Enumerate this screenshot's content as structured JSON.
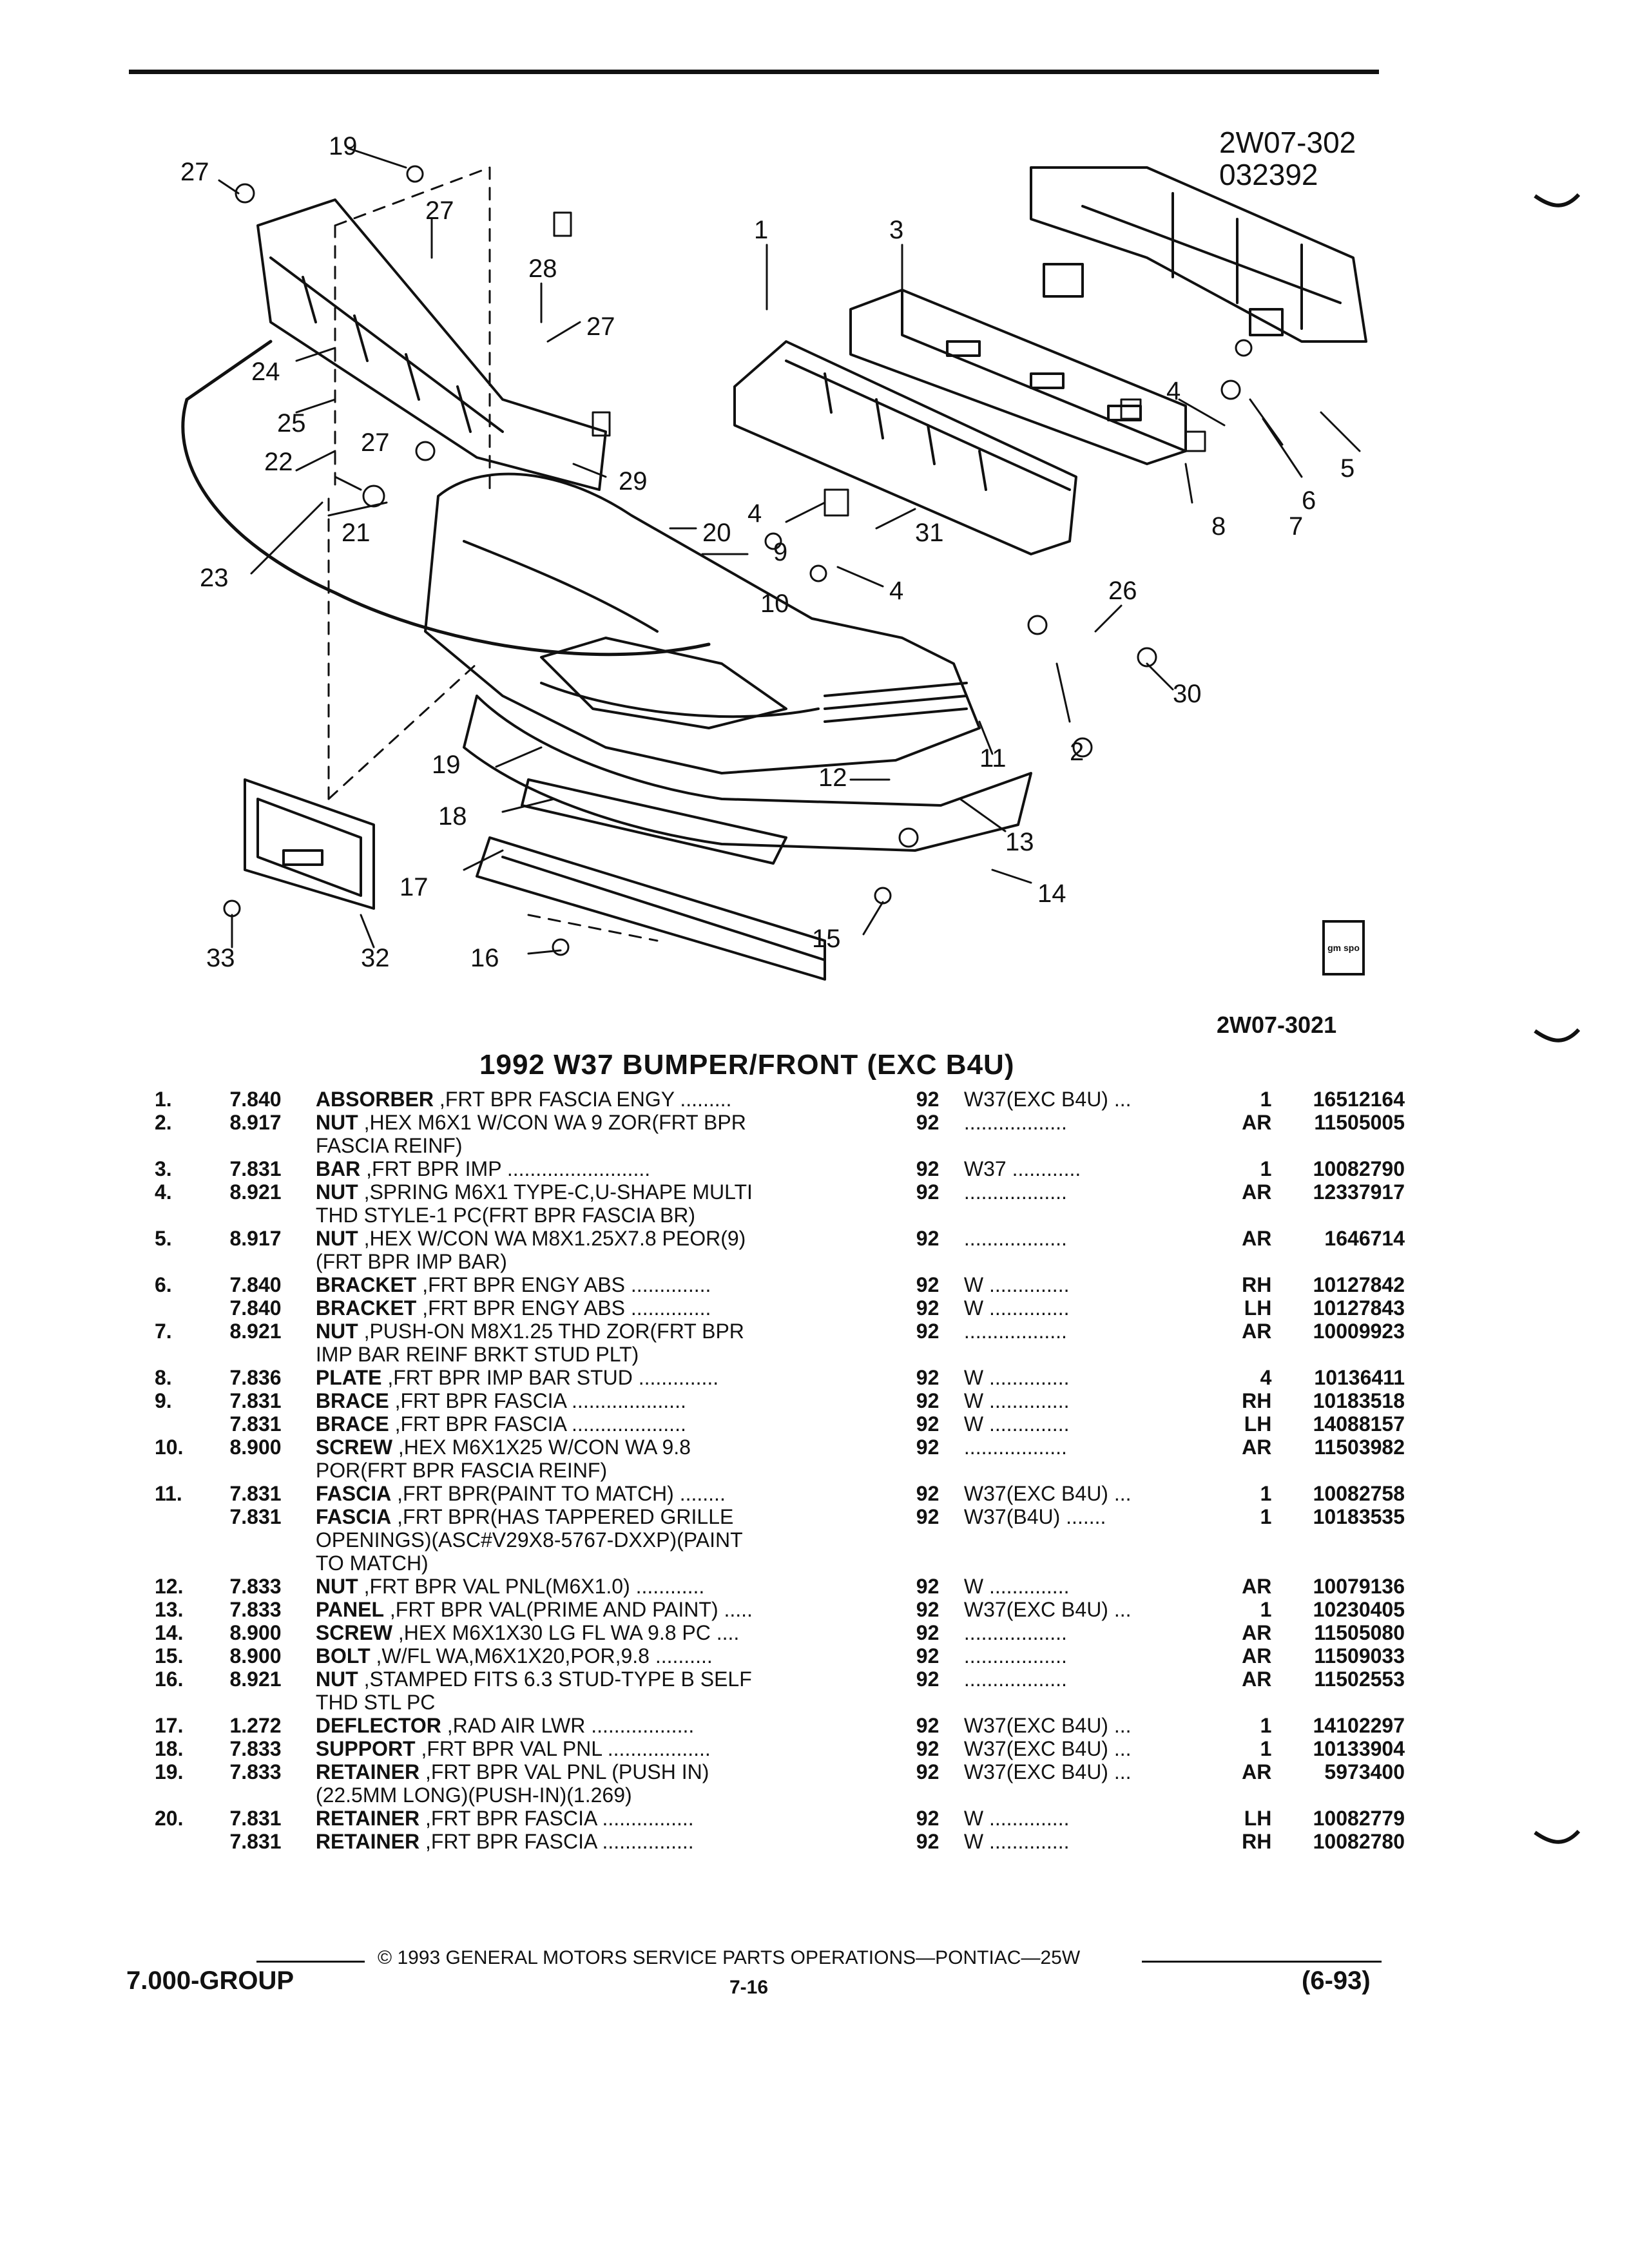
{
  "header": {
    "ref_id_1": "2W07-302",
    "ref_id_2": "032392",
    "figure_code": "2W07-3021",
    "logo_text": "gm spo"
  },
  "callouts": [
    {
      "label": "27"
    },
    {
      "label": "19"
    },
    {
      "label": "27"
    },
    {
      "label": "28"
    },
    {
      "label": "27"
    },
    {
      "label": "24"
    },
    {
      "label": "25"
    },
    {
      "label": "27"
    },
    {
      "label": "29"
    },
    {
      "label": "22"
    },
    {
      "label": "21"
    },
    {
      "label": "23"
    },
    {
      "label": "20"
    },
    {
      "label": "1"
    },
    {
      "label": "3"
    },
    {
      "label": "4"
    },
    {
      "label": "5"
    },
    {
      "label": "6"
    },
    {
      "label": "7"
    },
    {
      "label": "8"
    },
    {
      "label": "4"
    },
    {
      "label": "31"
    },
    {
      "label": "9"
    },
    {
      "label": "4"
    },
    {
      "label": "10"
    },
    {
      "label": "26"
    },
    {
      "label": "30"
    },
    {
      "label": "2"
    },
    {
      "label": "11"
    },
    {
      "label": "19"
    },
    {
      "label": "12"
    },
    {
      "label": "18"
    },
    {
      "label": "13"
    },
    {
      "label": "17"
    },
    {
      "label": "14"
    },
    {
      "label": "15"
    },
    {
      "label": "16"
    },
    {
      "label": "33"
    },
    {
      "label": "32"
    }
  ],
  "section_title": "1992 W37 BUMPER/FRONT (EXC B4U)",
  "parts": [
    {
      "item": "1.",
      "group": "7.840",
      "name": "ABSORBER",
      "desc": ",FRT BPR FASCIA ENGY .........",
      "year": "92",
      "series": "W37(EXC B4U) ...",
      "qty": "1",
      "pn": "16512164"
    },
    {
      "item": "2.",
      "group": "8.917",
      "name": "NUT",
      "desc": ",HEX M6X1 W/CON WA 9 ZOR(FRT BPR",
      "year": "92",
      "series": "..................",
      "qty": "AR",
      "pn": "11505005"
    },
    {
      "item": "",
      "group": "",
      "name": "",
      "desc": "FASCIA REINF)",
      "year": "",
      "series": "",
      "qty": "",
      "pn": ""
    },
    {
      "item": "3.",
      "group": "7.831",
      "name": "BAR",
      "desc": ",FRT BPR IMP .........................",
      "year": "92",
      "series": "W37 ............",
      "qty": "1",
      "pn": "10082790"
    },
    {
      "item": "4.",
      "group": "8.921",
      "name": "NUT",
      "desc": ",SPRING M6X1 TYPE-C,U-SHAPE MULTI",
      "year": "92",
      "series": "..................",
      "qty": "AR",
      "pn": "12337917"
    },
    {
      "item": "",
      "group": "",
      "name": "",
      "desc": "THD STYLE-1 PC(FRT BPR FASCIA BR)",
      "year": "",
      "series": "",
      "qty": "",
      "pn": ""
    },
    {
      "item": "5.",
      "group": "8.917",
      "name": "NUT",
      "desc": ",HEX W/CON WA M8X1.25X7.8 PEOR(9)",
      "year": "92",
      "series": "..................",
      "qty": "AR",
      "pn": "1646714"
    },
    {
      "item": "",
      "group": "",
      "name": "",
      "desc": "(FRT BPR IMP BAR)",
      "year": "",
      "series": "",
      "qty": "",
      "pn": ""
    },
    {
      "item": "6.",
      "group": "7.840",
      "name": "BRACKET",
      "desc": ",FRT BPR ENGY ABS ..............",
      "year": "92",
      "series": "W ..............",
      "qty": "RH",
      "pn": "10127842"
    },
    {
      "item": "",
      "group": "7.840",
      "name": "BRACKET",
      "desc": ",FRT BPR ENGY ABS ..............",
      "year": "92",
      "series": "W ..............",
      "qty": "LH",
      "pn": "10127843"
    },
    {
      "item": "7.",
      "group": "8.921",
      "name": "NUT",
      "desc": ",PUSH-ON M8X1.25 THD ZOR(FRT BPR",
      "year": "92",
      "series": "..................",
      "qty": "AR",
      "pn": "10009923"
    },
    {
      "item": "",
      "group": "",
      "name": "",
      "desc": "IMP BAR REINF BRKT STUD PLT)",
      "year": "",
      "series": "",
      "qty": "",
      "pn": ""
    },
    {
      "item": "8.",
      "group": "7.836",
      "name": "PLATE",
      "desc": ",FRT BPR IMP BAR STUD ..............",
      "year": "92",
      "series": "W ..............",
      "qty": "4",
      "pn": "10136411"
    },
    {
      "item": "9.",
      "group": "7.831",
      "name": "BRACE",
      "desc": ",FRT BPR FASCIA ....................",
      "year": "92",
      "series": "W ..............",
      "qty": "RH",
      "pn": "10183518"
    },
    {
      "item": "",
      "group": "7.831",
      "name": "BRACE",
      "desc": ",FRT BPR FASCIA ....................",
      "year": "92",
      "series": "W ..............",
      "qty": "LH",
      "pn": "14088157"
    },
    {
      "item": "10.",
      "group": "8.900",
      "name": "SCREW",
      "desc": ",HEX M6X1X25 W/CON WA 9.8",
      "year": "92",
      "series": "..................",
      "qty": "AR",
      "pn": "11503982"
    },
    {
      "item": "",
      "group": "",
      "name": "",
      "desc": "POR(FRT BPR FASCIA REINF)",
      "year": "",
      "series": "",
      "qty": "",
      "pn": ""
    },
    {
      "item": "11.",
      "group": "7.831",
      "name": "FASCIA",
      "desc": ",FRT BPR(PAINT TO MATCH) ........",
      "year": "92",
      "series": "W37(EXC B4U) ...",
      "qty": "1",
      "pn": "10082758"
    },
    {
      "item": "",
      "group": "7.831",
      "name": "FASCIA",
      "desc": ",FRT BPR(HAS TAPPERED GRILLE",
      "year": "92",
      "series": "W37(B4U) .......",
      "qty": "1",
      "pn": "10183535"
    },
    {
      "item": "",
      "group": "",
      "name": "",
      "desc": "OPENINGS)(ASC#V29X8-5767-DXXP)(PAINT",
      "year": "",
      "series": "",
      "qty": "",
      "pn": ""
    },
    {
      "item": "",
      "group": "",
      "name": "",
      "desc": "TO MATCH)",
      "year": "",
      "series": "",
      "qty": "",
      "pn": ""
    },
    {
      "item": "12.",
      "group": "7.833",
      "name": "NUT",
      "desc": ",FRT BPR VAL PNL(M6X1.0) ............",
      "year": "92",
      "series": "W ..............",
      "qty": "AR",
      "pn": "10079136"
    },
    {
      "item": "13.",
      "group": "7.833",
      "name": "PANEL",
      "desc": ",FRT BPR VAL(PRIME AND PAINT) .....",
      "year": "92",
      "series": "W37(EXC B4U) ...",
      "qty": "1",
      "pn": "10230405"
    },
    {
      "item": "14.",
      "group": "8.900",
      "name": "SCREW",
      "desc": ",HEX M6X1X30 LG FL WA 9.8 PC ....",
      "year": "92",
      "series": "..................",
      "qty": "AR",
      "pn": "11505080"
    },
    {
      "item": "15.",
      "group": "8.900",
      "name": "BOLT",
      "desc": ",W/FL WA,M6X1X20,POR,9.8 ..........",
      "year": "92",
      "series": "..................",
      "qty": "AR",
      "pn": "11509033"
    },
    {
      "item": "16.",
      "group": "8.921",
      "name": "NUT",
      "desc": ",STAMPED FITS 6.3 STUD-TYPE B SELF",
      "year": "92",
      "series": "..................",
      "qty": "AR",
      "pn": "11502553"
    },
    {
      "item": "",
      "group": "",
      "name": "",
      "desc": "THD STL PC",
      "year": "",
      "series": "",
      "qty": "",
      "pn": ""
    },
    {
      "item": "17.",
      "group": "1.272",
      "name": "DEFLECTOR",
      "desc": ",RAD AIR LWR ..................",
      "year": "92",
      "series": "W37(EXC B4U) ...",
      "qty": "1",
      "pn": "14102297"
    },
    {
      "item": "18.",
      "group": "7.833",
      "name": "SUPPORT",
      "desc": ",FRT BPR VAL PNL ..................",
      "year": "92",
      "series": "W37(EXC B4U) ...",
      "qty": "1",
      "pn": "10133904"
    },
    {
      "item": "19.",
      "group": "7.833",
      "name": "RETAINER",
      "desc": ",FRT BPR VAL PNL (PUSH IN)",
      "year": "92",
      "series": "W37(EXC B4U) ...",
      "qty": "AR",
      "pn": "5973400"
    },
    {
      "item": "",
      "group": "",
      "name": "",
      "desc": "(22.5MM LONG)(PUSH-IN)(1.269)",
      "year": "",
      "series": "",
      "qty": "",
      "pn": ""
    },
    {
      "item": "20.",
      "group": "7.831",
      "name": "RETAINER",
      "desc": ",FRT BPR FASCIA ................",
      "year": "92",
      "series": "W ..............",
      "qty": "LH",
      "pn": "10082779"
    },
    {
      "item": "",
      "group": "7.831",
      "name": "RETAINER",
      "desc": ",FRT BPR FASCIA ................",
      "year": "92",
      "series": "W ..............",
      "qty": "RH",
      "pn": "10082780"
    }
  ],
  "footer": {
    "copyright": "© 1993 GENERAL MOTORS SERVICE PARTS OPERATIONS—PONTIAC—25W",
    "group": "7.000-GROUP",
    "page": "7-16",
    "date": "(6-93)"
  }
}
